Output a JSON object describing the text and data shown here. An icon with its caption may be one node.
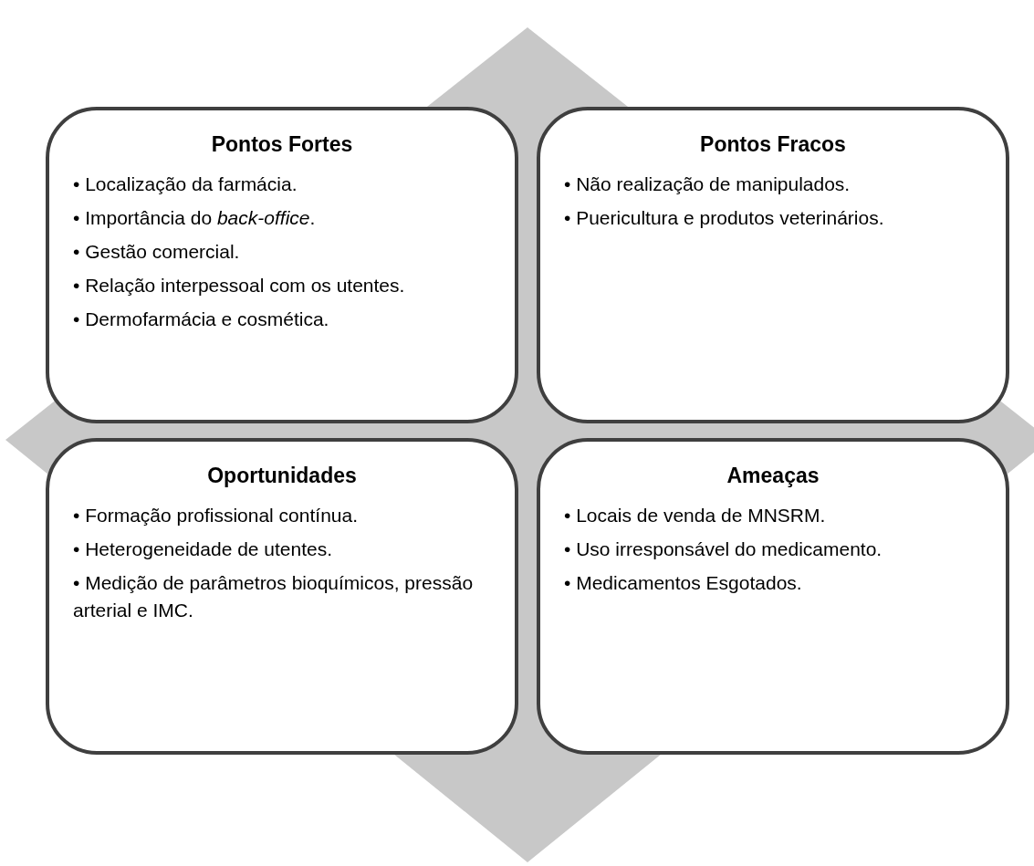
{
  "diagram": {
    "nodes": [
      {
        "text": [
          "Pontos Fortes",
          "• Localização da farmácia.",
          "• Importância do *back-office*.",
          "• Gestão comercial.",
          "• Relação interpessoal com os utentes.",
          "• Dermofarmácia e cosmética."
        ]
      },
      {
        "text": [
          "Pontos Fracos",
          "• Não realização de manipulados.",
          "• Puericultura e produtos veterinários."
        ]
      },
      {
        "text": [
          "Oportunidades",
          "• Formação profissional contínua.",
          "• Heterogeneidade de utentes.",
          "• Medição de parâmetros bioquímicos, pressão arterial e IMC."
        ]
      },
      {
        "text": [
          "Ameaças",
          "• Locais de venda de MNSRM.",
          "• Uso irresponsável do medicamento.",
          "• Medicamentos Esgotados."
        ]
      }
    ]
  }
}
